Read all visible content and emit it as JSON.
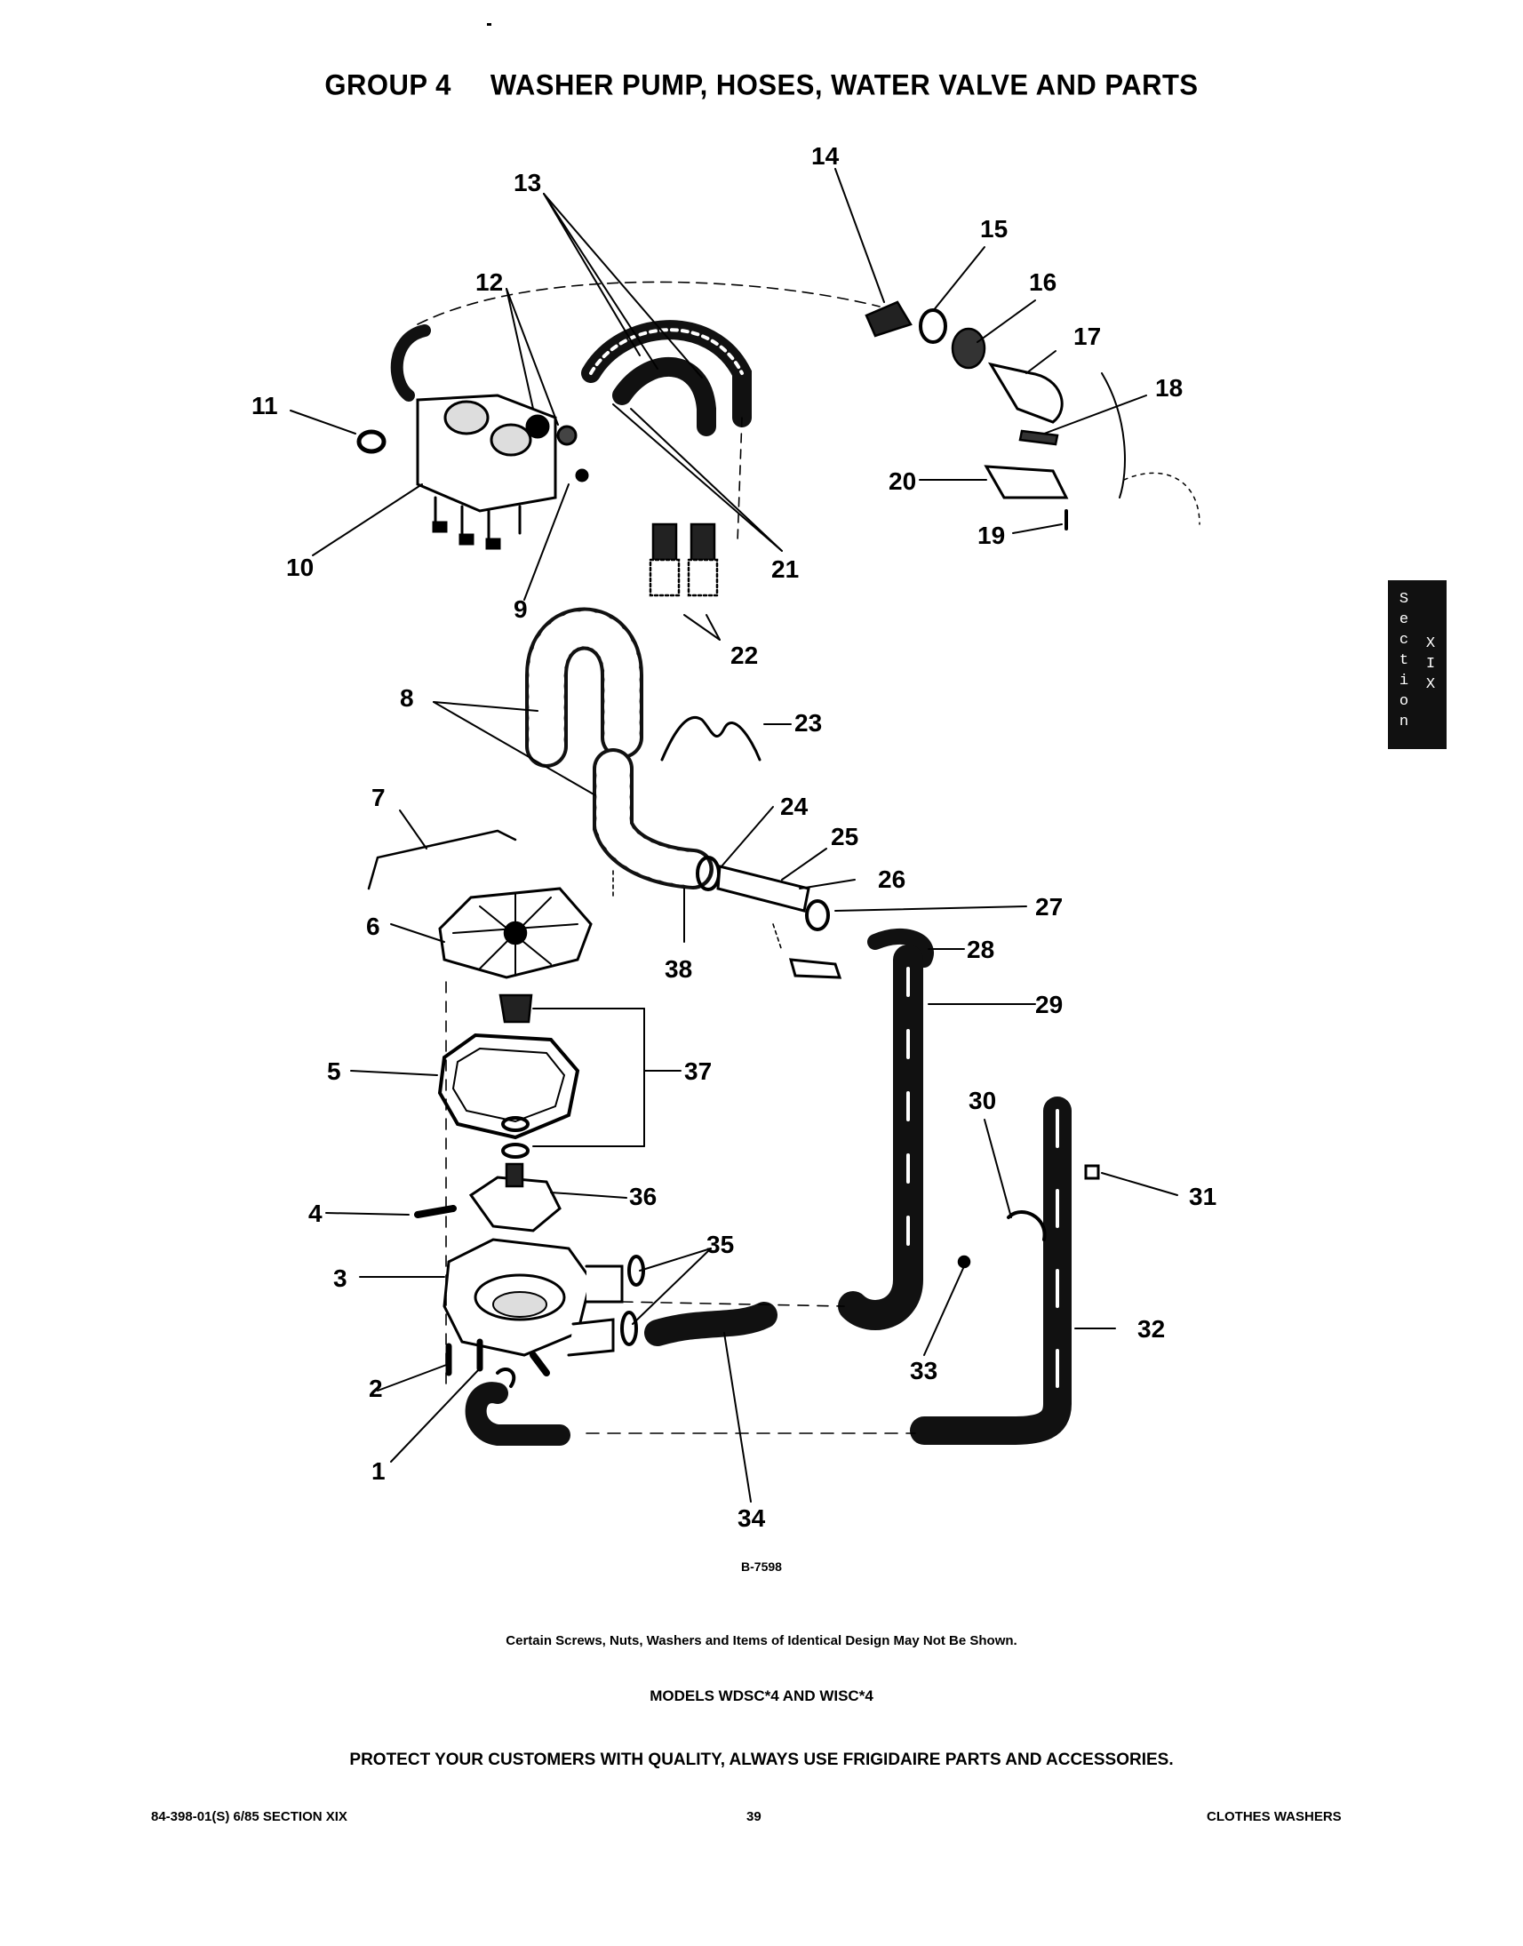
{
  "title": {
    "group": "GROUP 4",
    "name": "WASHER PUMP, HOSES, WATER VALVE AND PARTS"
  },
  "diagram": {
    "callouts": [
      "1",
      "2",
      "3",
      "4",
      "5",
      "6",
      "7",
      "8",
      "9",
      "10",
      "11",
      "12",
      "13",
      "14",
      "15",
      "16",
      "17",
      "18",
      "19",
      "20",
      "21",
      "22",
      "23",
      "24",
      "25",
      "26",
      "27",
      "28",
      "29",
      "30",
      "31",
      "32",
      "33",
      "34",
      "35",
      "36",
      "37",
      "38"
    ],
    "drawing_number": "B-7598"
  },
  "notes": {
    "disclaimer": "Certain Screws, Nuts, Washers and Items of Identical Design May Not Be Shown.",
    "models": "MODELS WDSC*4 AND WISC*4",
    "protect": "PROTECT YOUR CUSTOMERS WITH QUALITY, ALWAYS USE FRIGIDAIRE PARTS AND ACCESSORIES."
  },
  "footer": {
    "left": "84-398-01(S) 6/85 SECTION XIX",
    "page": "39",
    "right": "CLOTHES WASHERS"
  },
  "side_tab": {
    "word": [
      "S",
      "e",
      "c",
      "t",
      "i",
      "o",
      "n"
    ],
    "numeral": [
      "X",
      "I",
      "X"
    ]
  }
}
